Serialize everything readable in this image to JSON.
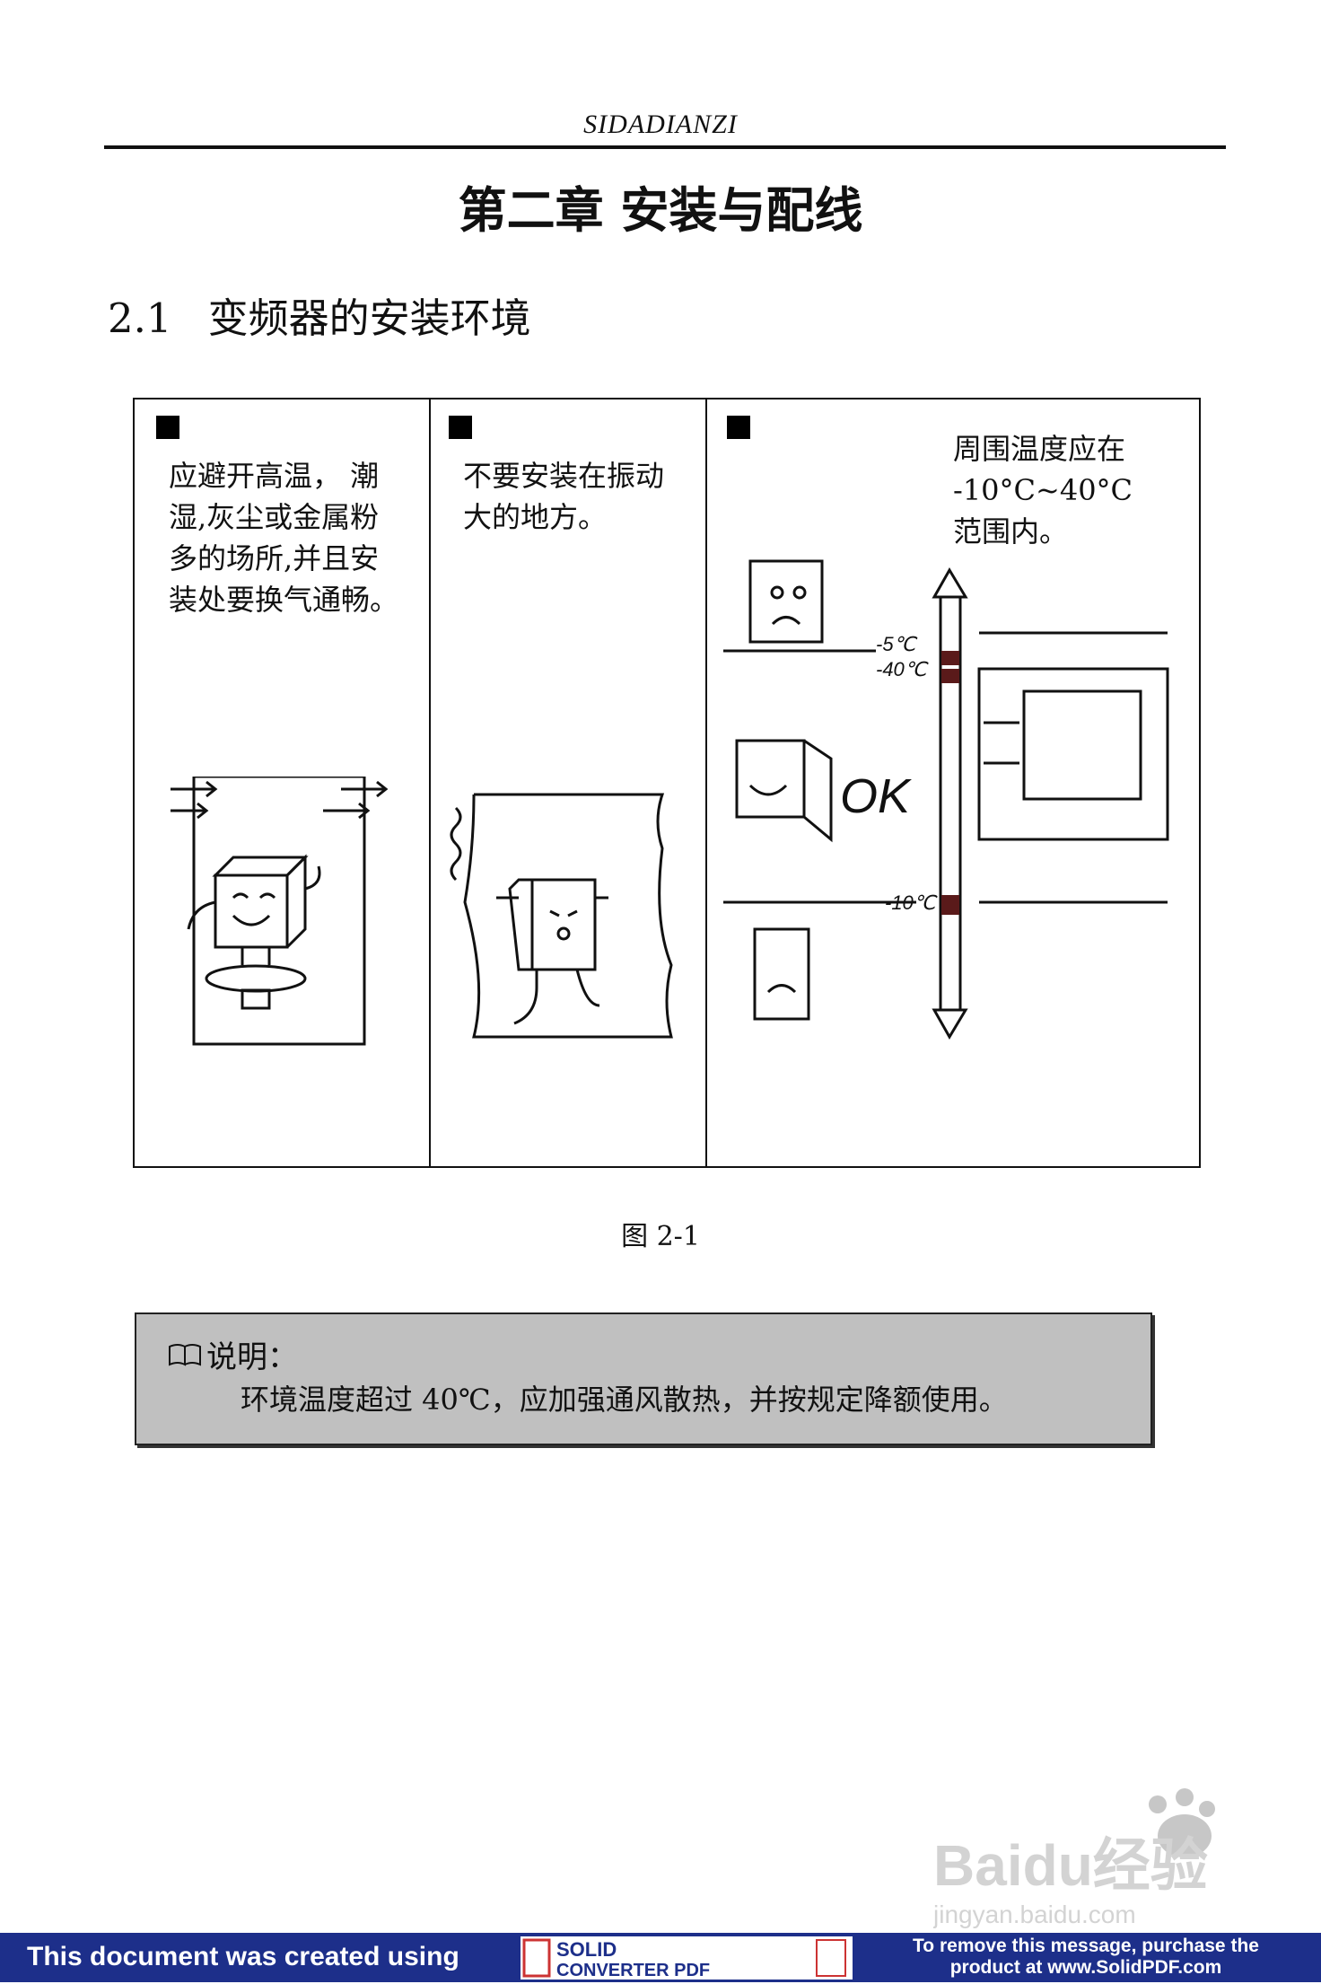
{
  "header": {
    "brand": "SIDADIANZI"
  },
  "chapter_title": "第二章  安装与配线",
  "section": {
    "number": "2.1",
    "title": "变频器的安装环境"
  },
  "figure": {
    "panels": [
      {
        "lines": [
          "应避开高温， 潮",
          "湿,灰尘或金属粉",
          "多的场所,并且安",
          "装处要换气通畅。"
        ]
      },
      {
        "lines": [
          "不要安装在振动",
          "大的地方。"
        ]
      },
      {
        "lines": [
          "周围温度应在",
          "-10°C~40°C",
          "范围内。"
        ],
        "illustration_labels": {
          "minus5": "-5℃",
          "plus40": "-40℃",
          "ok": "OK",
          "minus10": "-10℃"
        }
      }
    ],
    "caption": "图 2-1"
  },
  "note": {
    "icon": "book-icon",
    "title": "说明：",
    "body": "环境温度超过 40℃，应加强通风散热，并按规定降额使用。"
  },
  "watermark": {
    "brand": "Baidu经验",
    "url": "jingyan.baidu.com"
  },
  "footer": {
    "left": "This document was created using",
    "logo_line1": "SOLID",
    "logo_line2": "CONVERTER PDF",
    "right_line1": "To remove this message, purchase the",
    "right_line2": "product at www.SolidPDF.com",
    "bg_color": "#1d2f8a"
  }
}
